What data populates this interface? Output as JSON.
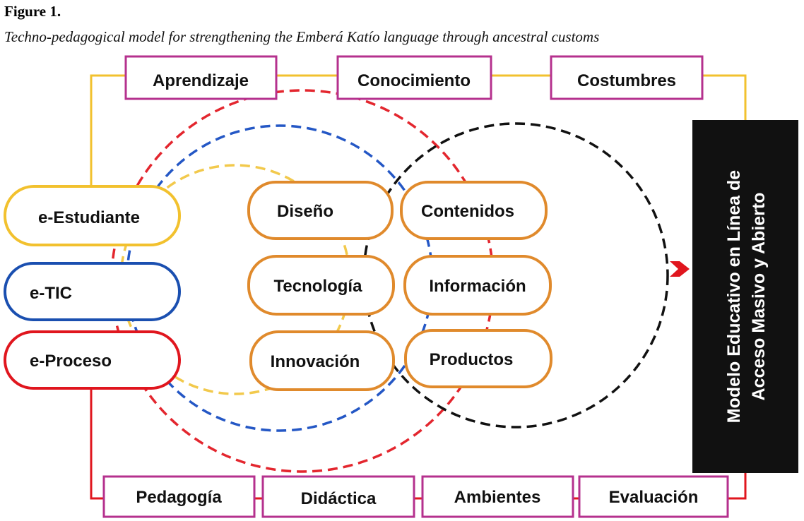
{
  "figure": {
    "label": "Figure 1.",
    "title": "Techno-pedagogical model for strengthening the Emberá Katío language through ancestral customs"
  },
  "top_boxes": [
    "Aprendizaje",
    "Conocimiento",
    "Costumbres"
  ],
  "bottom_boxes": [
    "Pedagogía",
    "Didáctica",
    "Ambientes",
    "Evaluación"
  ],
  "left_pills": [
    "e-Estudiante",
    "e-TIC",
    "e-Proceso"
  ],
  "center_left_pills": [
    "Diseño",
    "Tecnología",
    "Innovación"
  ],
  "center_right_pills": [
    "Contenidos",
    "Información",
    "Productos"
  ],
  "side_panel": {
    "line1": "Modelo Educativo en Línea de",
    "line2": "Acceso Masivo y Abierto"
  },
  "colors": {
    "yellow": "#f2c12e",
    "blue": "#1a4fb0",
    "red": "#e0161e",
    "black": "#111111",
    "orange": "#e08a2c",
    "magenta": "#b5318e",
    "yellow_dashed": "#f2c94c",
    "blue_dashed": "#2457c5",
    "red_dashed": "#e3262e",
    "black_dashed": "#111111"
  }
}
